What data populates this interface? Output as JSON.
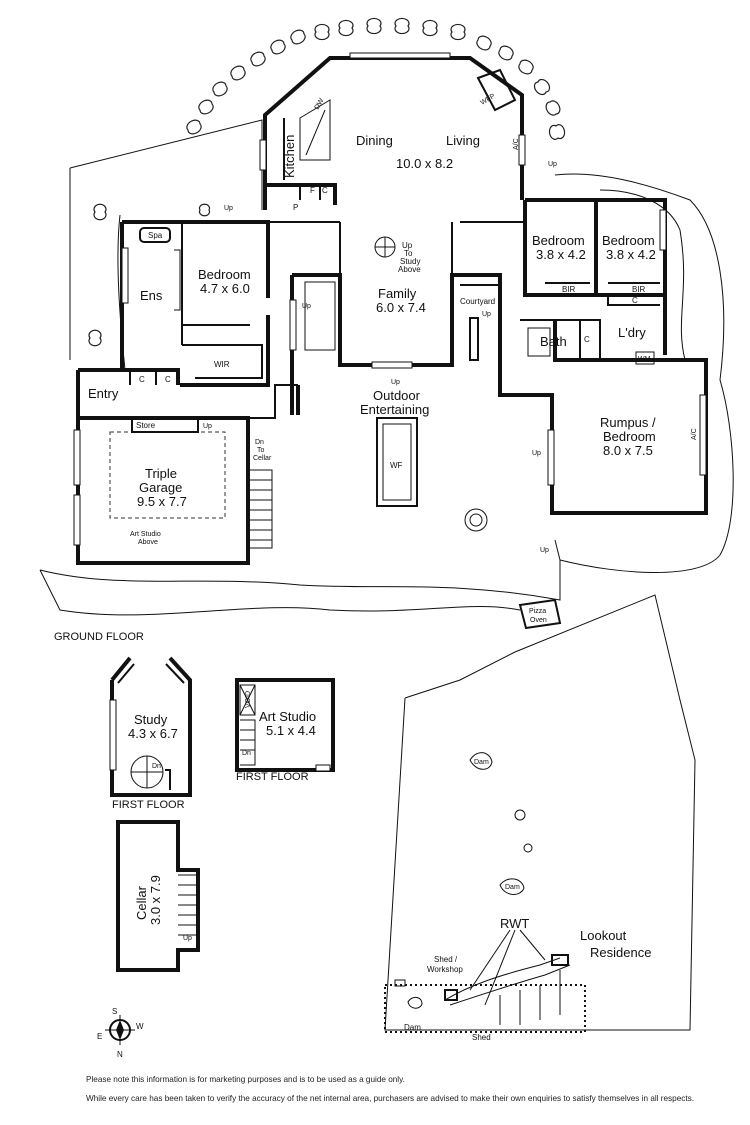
{
  "ground_floor": {
    "label": "GROUND FLOOR",
    "rooms": {
      "dining": "Dining",
      "living": "Living",
      "dining_living_dim": "10.0 x 8.2",
      "kitchen": "Kitchen",
      "bedroom_main": "Bedroom",
      "bedroom_main_dim": "4.7 x 6.0",
      "ens": "Ens",
      "spa": "Spa",
      "wir": "WIR",
      "entry": "Entry",
      "family": "Family",
      "family_dim": "6.0 x 7.4",
      "courtyard": "Courtyard",
      "bedroom2": "Bedroom",
      "bedroom2_dim": "3.8 x 4.2",
      "bedroom3": "Bedroom",
      "bedroom3_dim": "3.8 x 4.2",
      "bath": "Bath",
      "laundry": "L'dry",
      "rumpus_line1": "Rumpus /",
      "rumpus_line2": "Bedroom",
      "rumpus_dim": "8.0 x 7.5",
      "outdoor_line1": "Outdoor",
      "outdoor_line2": "Entertaining",
      "wf": "WF",
      "garage_line1": "Triple",
      "garage_line2": "Garage",
      "garage_dim": "9.5 x 7.7",
      "store": "Store",
      "pizza_line1": "Pizza",
      "pizza_line2": "Oven"
    },
    "fixtures": {
      "c": "C",
      "f": "F",
      "p": "P",
      "dw": "DW",
      "wfp": "WFP",
      "ac": "A/C",
      "bir": "BIR",
      "wm": "WM",
      "up": "Up",
      "study_above_1": "Up",
      "study_above_2": "To",
      "study_above_3": "Study",
      "study_above_4": "Above",
      "cellar_dn_1": "Dn",
      "cellar_dn_2": "To",
      "cellar_dn_3": "Cellar",
      "art_above_1": "Art Studio",
      "art_above_2": "Above"
    }
  },
  "first_floor": {
    "label_study": "FIRST FLOOR",
    "label_art": "FIRST FLOOR",
    "study": "Study",
    "study_dim": "4.3 x 6.7",
    "art_studio": "Art Studio",
    "art_studio_dim": "5.1 x 4.4",
    "void": "VOID",
    "dn": "Dn"
  },
  "cellar": {
    "label": "Cellar",
    "dim": "3.0 x 7.9",
    "up": "Up"
  },
  "site": {
    "dam": "Dam",
    "rwt": "RWT",
    "lookout": "Lookout",
    "residence": "Residence",
    "shed_workshop_1": "Shed /",
    "shed_workshop_2": "Workshop",
    "shed": "Shed"
  },
  "compass": {
    "n": "N",
    "s": "S",
    "e": "E",
    "w": "W"
  },
  "disclaimer": {
    "line1": "Please note this information is for marketing purposes and is to be used as a guide only.",
    "line2": "While every care has been taken to verify the accuracy of the net internal area, purchasers are advised to make their own enquiries to satisfy themselves in all respects."
  }
}
